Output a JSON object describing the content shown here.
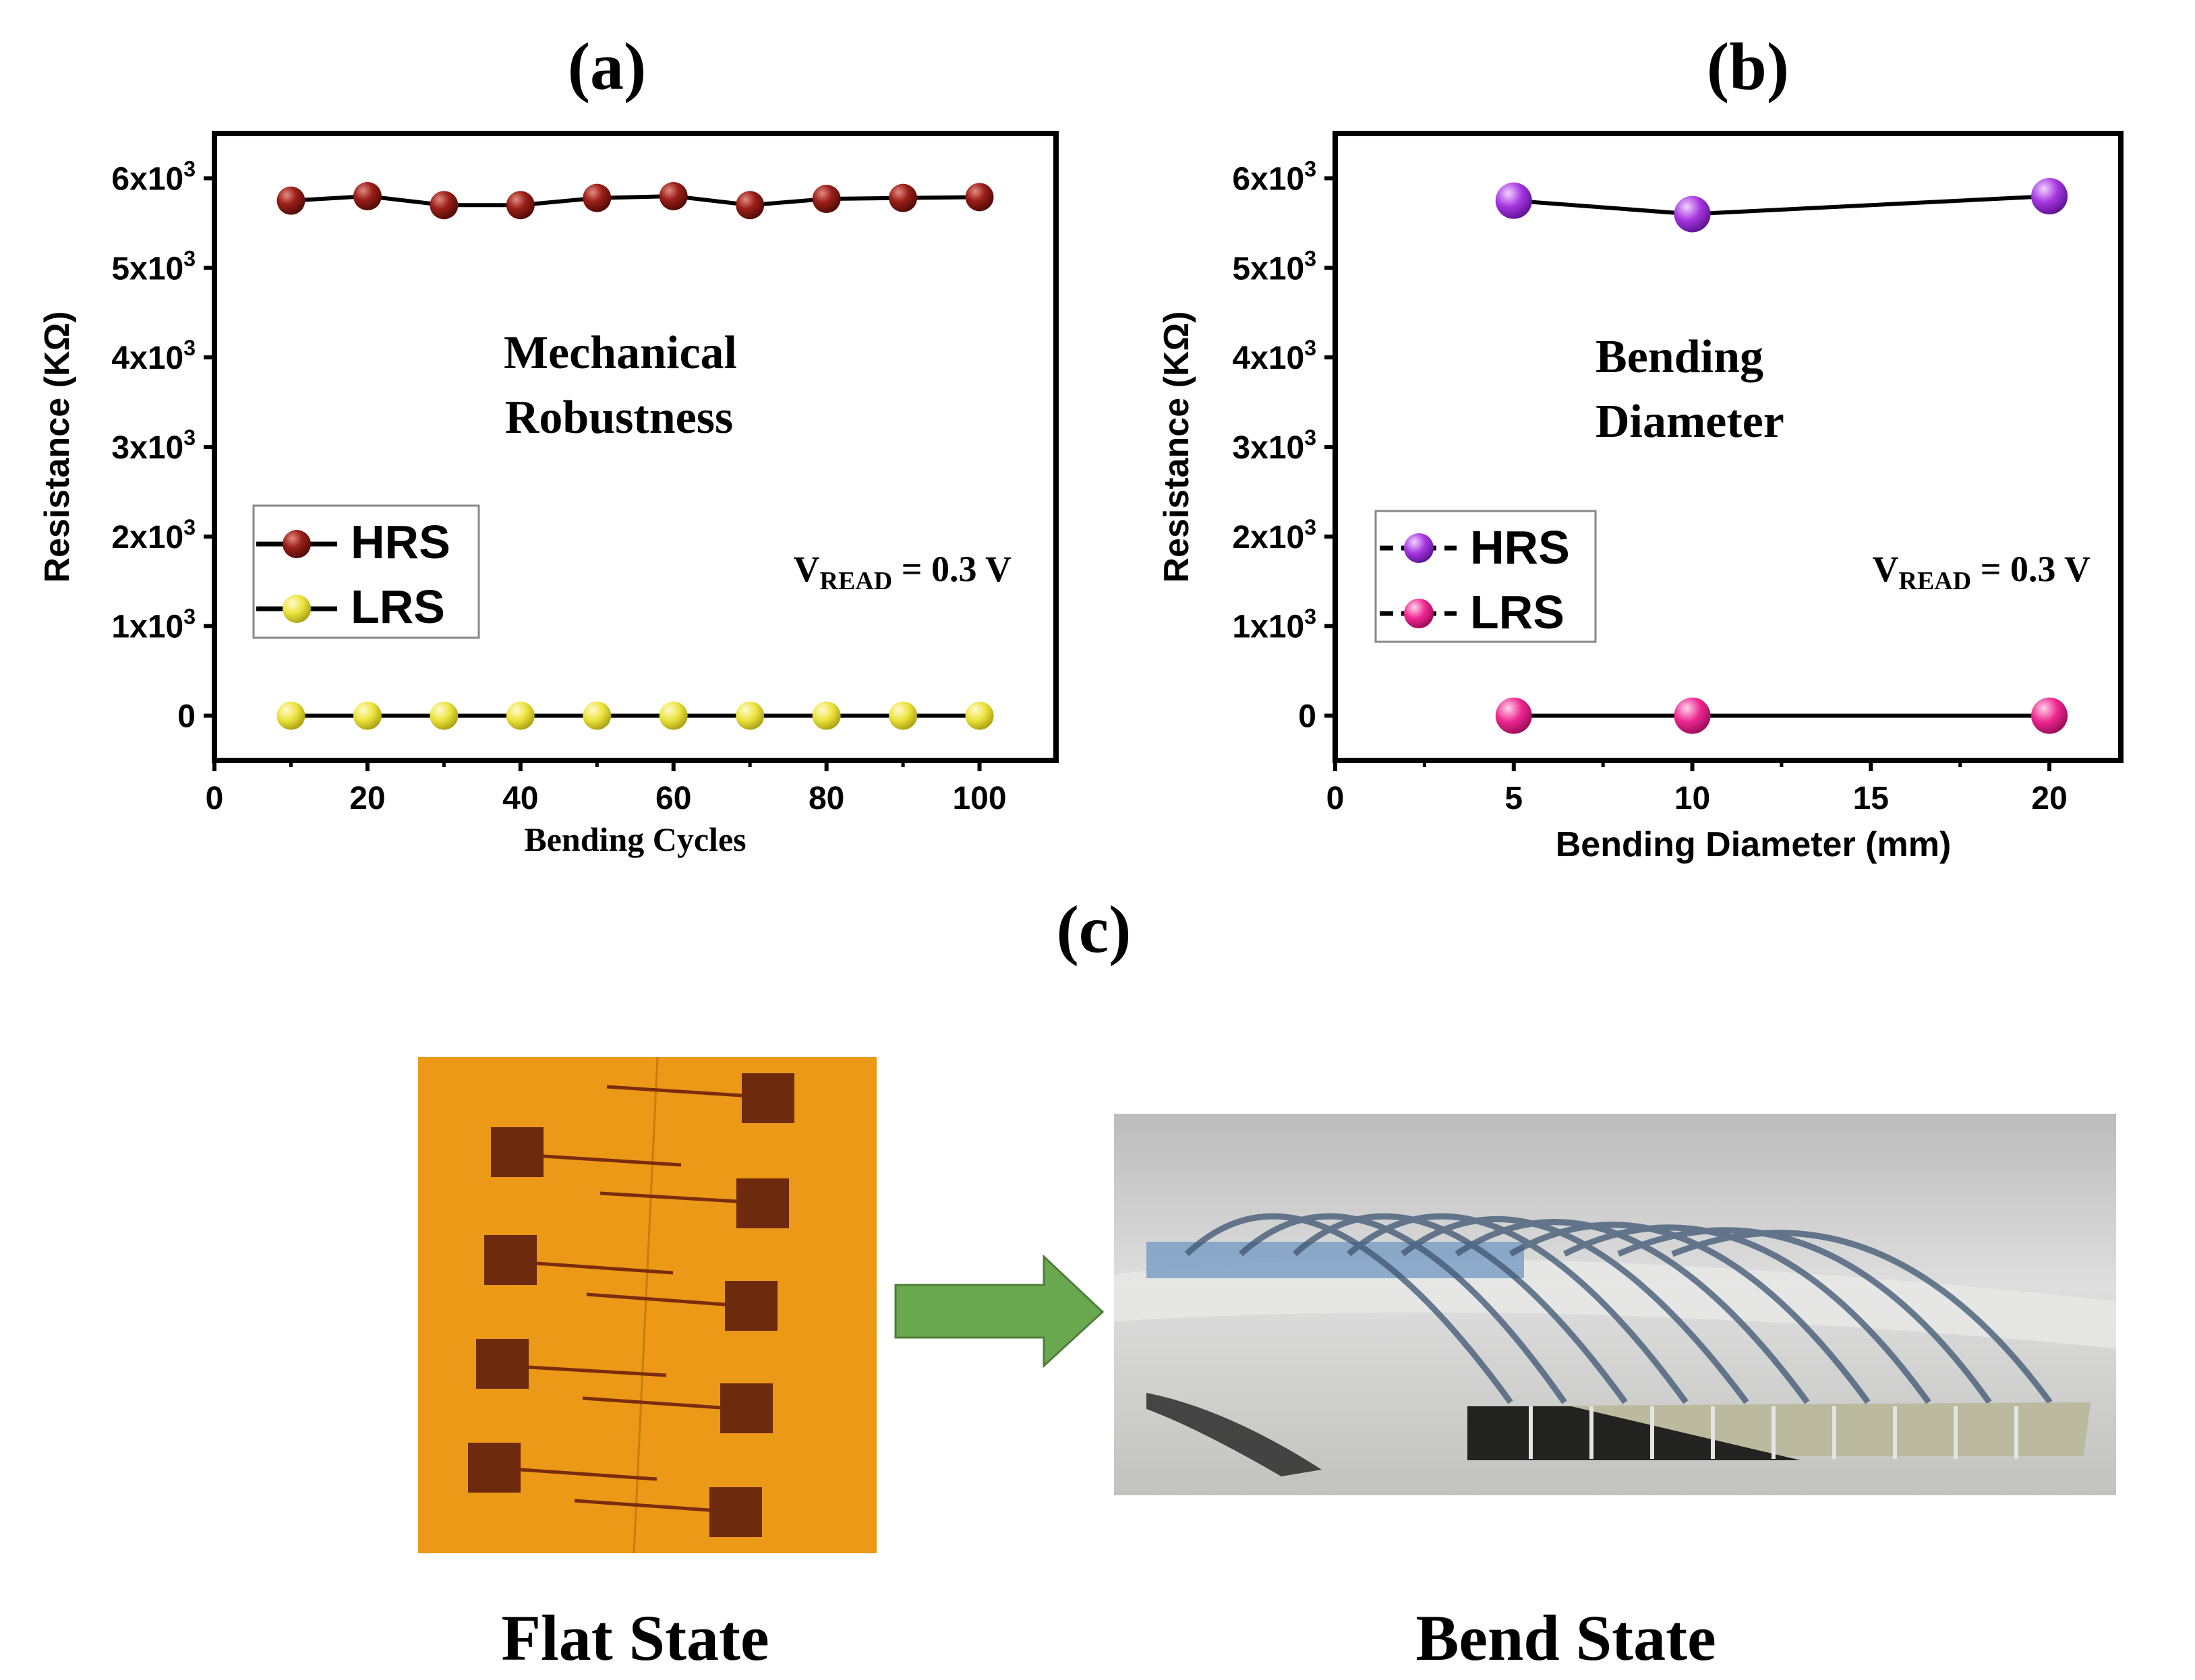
{
  "panels": {
    "a": {
      "label": "(a)"
    },
    "b": {
      "label": "(b)"
    },
    "c": {
      "label": "(c)"
    }
  },
  "photos": {
    "flat": {
      "label": "Flat State"
    },
    "bend": {
      "label": "Bend State"
    }
  },
  "colors": {
    "hrs_a": "#8b1a14",
    "lrs_a": "#e8e03a",
    "hrs_b": "#9b30d6",
    "lrs_b": "#e91e8c",
    "arrow": "#6aa84f",
    "flat_bg": "#e8940e"
  },
  "chart_data": [
    {
      "type": "line",
      "title": "",
      "annotation": [
        "Mechanical",
        "Robustness"
      ],
      "vread_main": "V",
      "vread_sub": "READ",
      "vread_rest": " = 0.3 V",
      "xlabel": "Bending Cycles",
      "ylabel": "Resistance (KΩ)",
      "xlim": [
        0,
        110
      ],
      "ylim": [
        -500,
        6500
      ],
      "xticks": [
        0,
        20,
        40,
        60,
        80,
        100
      ],
      "yticks": [
        {
          "value": 6000,
          "base": "6x10",
          "exp": "3"
        },
        {
          "value": 5000,
          "base": "5x10",
          "exp": "3"
        },
        {
          "value": 4000,
          "base": "4x10",
          "exp": "3"
        },
        {
          "value": 3000,
          "base": "3x10",
          "exp": "3"
        },
        {
          "value": 2000,
          "base": "2x10",
          "exp": "3"
        },
        {
          "value": 1000,
          "base": "1x10",
          "exp": "3"
        },
        {
          "value": 0,
          "base": "0",
          "exp": ""
        }
      ],
      "grid": false,
      "legend_position": "middle-left",
      "x": [
        10,
        20,
        30,
        40,
        50,
        60,
        70,
        80,
        90,
        100
      ],
      "series": [
        {
          "name": "HRS",
          "values": [
            5750,
            5800,
            5700,
            5700,
            5780,
            5800,
            5700,
            5770,
            5780,
            5790
          ]
        },
        {
          "name": "LRS",
          "values": [
            0,
            0,
            0,
            0,
            0,
            0,
            0,
            0,
            0,
            0
          ]
        }
      ]
    },
    {
      "type": "line",
      "title": "",
      "annotation": [
        "Bending",
        "Diameter"
      ],
      "vread_main": "V",
      "vread_sub": "READ",
      "vread_rest": " = 0.3 V",
      "xlabel": "Bending Diameter (mm)",
      "ylabel": "Resistance (KΩ)",
      "xlim": [
        0,
        22
      ],
      "ylim": [
        -500,
        6500
      ],
      "xticks": [
        0,
        5,
        10,
        15,
        20
      ],
      "yticks": [
        {
          "value": 6000,
          "base": "6x10",
          "exp": "3"
        },
        {
          "value": 5000,
          "base": "5x10",
          "exp": "3"
        },
        {
          "value": 4000,
          "base": "4x10",
          "exp": "3"
        },
        {
          "value": 3000,
          "base": "3x10",
          "exp": "3"
        },
        {
          "value": 2000,
          "base": "2x10",
          "exp": "3"
        },
        {
          "value": 1000,
          "base": "1x10",
          "exp": "3"
        },
        {
          "value": 0,
          "base": "0",
          "exp": ""
        }
      ],
      "grid": false,
      "legend_position": "middle-left",
      "x": [
        5,
        10,
        20
      ],
      "series": [
        {
          "name": "HRS",
          "values": [
            5750,
            5600,
            5800
          ]
        },
        {
          "name": "LRS",
          "values": [
            0,
            0,
            0
          ]
        }
      ]
    }
  ]
}
